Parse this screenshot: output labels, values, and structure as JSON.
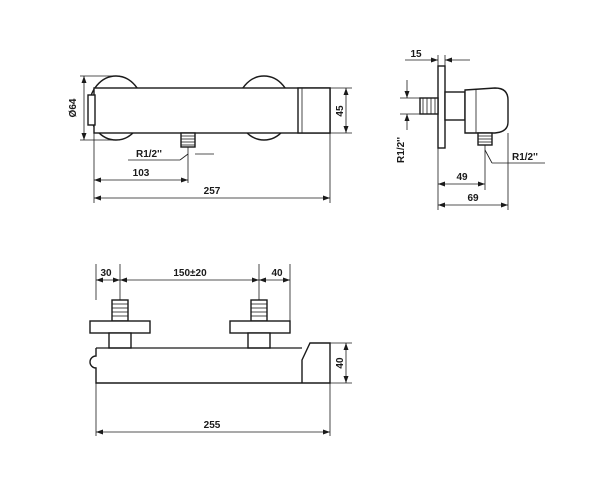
{
  "front_view": {
    "diameter": "Ø64",
    "height": "45",
    "thread": "R1/2''",
    "inlet_offset": "103",
    "overall_length": "257"
  },
  "side_view": {
    "wall_depth": "15",
    "thread_left": "R1/2''",
    "thread_right": "R1/2''",
    "inlet_depth": "49",
    "overall_depth": "69"
  },
  "top_view": {
    "left_offset": "30",
    "center_distance": "150±20",
    "right_offset": "40",
    "height": "40",
    "overall_length": "255"
  }
}
